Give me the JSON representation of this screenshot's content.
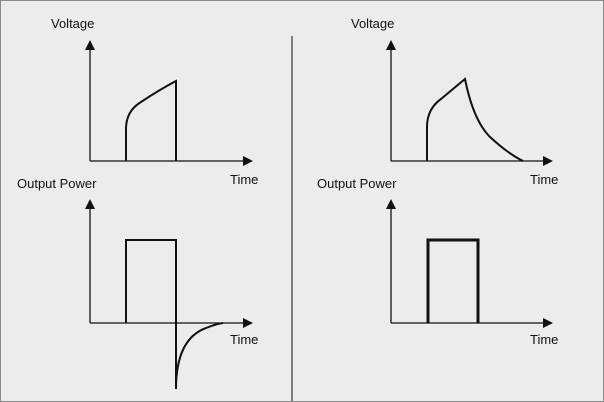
{
  "colors": {
    "background": "#ececec",
    "ink": "#111111",
    "border": "#8a8a8a"
  },
  "left": {
    "top": {
      "y_label": "Voltage",
      "x_label": "Time"
    },
    "bottom": {
      "y_label": "Output Power",
      "x_label": "Time"
    }
  },
  "right": {
    "top": {
      "y_label": "Voltage",
      "x_label": "Time"
    },
    "bottom": {
      "y_label": "Output Power",
      "x_label": "Time"
    }
  }
}
